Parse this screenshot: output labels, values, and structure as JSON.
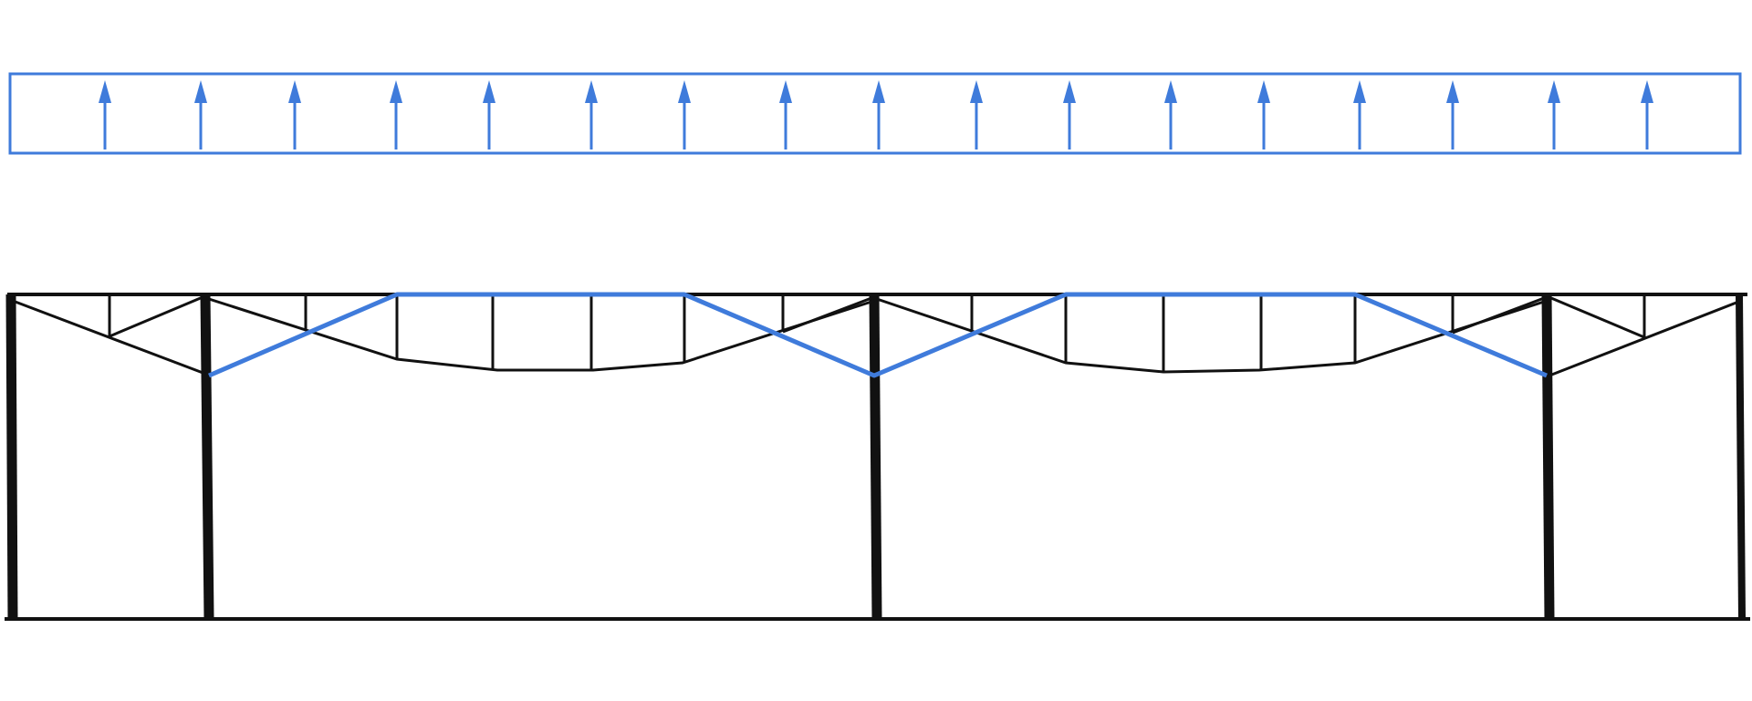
{
  "diagram": {
    "type": "structural-frame-uplift",
    "load": {
      "direction": "up",
      "arrow_count": 17,
      "color": "#3f7bdb"
    },
    "frame": {
      "column_count": 5,
      "bay_count": 4,
      "member_color": "#111111"
    },
    "bracing": {
      "color": "#3f7bdb"
    }
  }
}
